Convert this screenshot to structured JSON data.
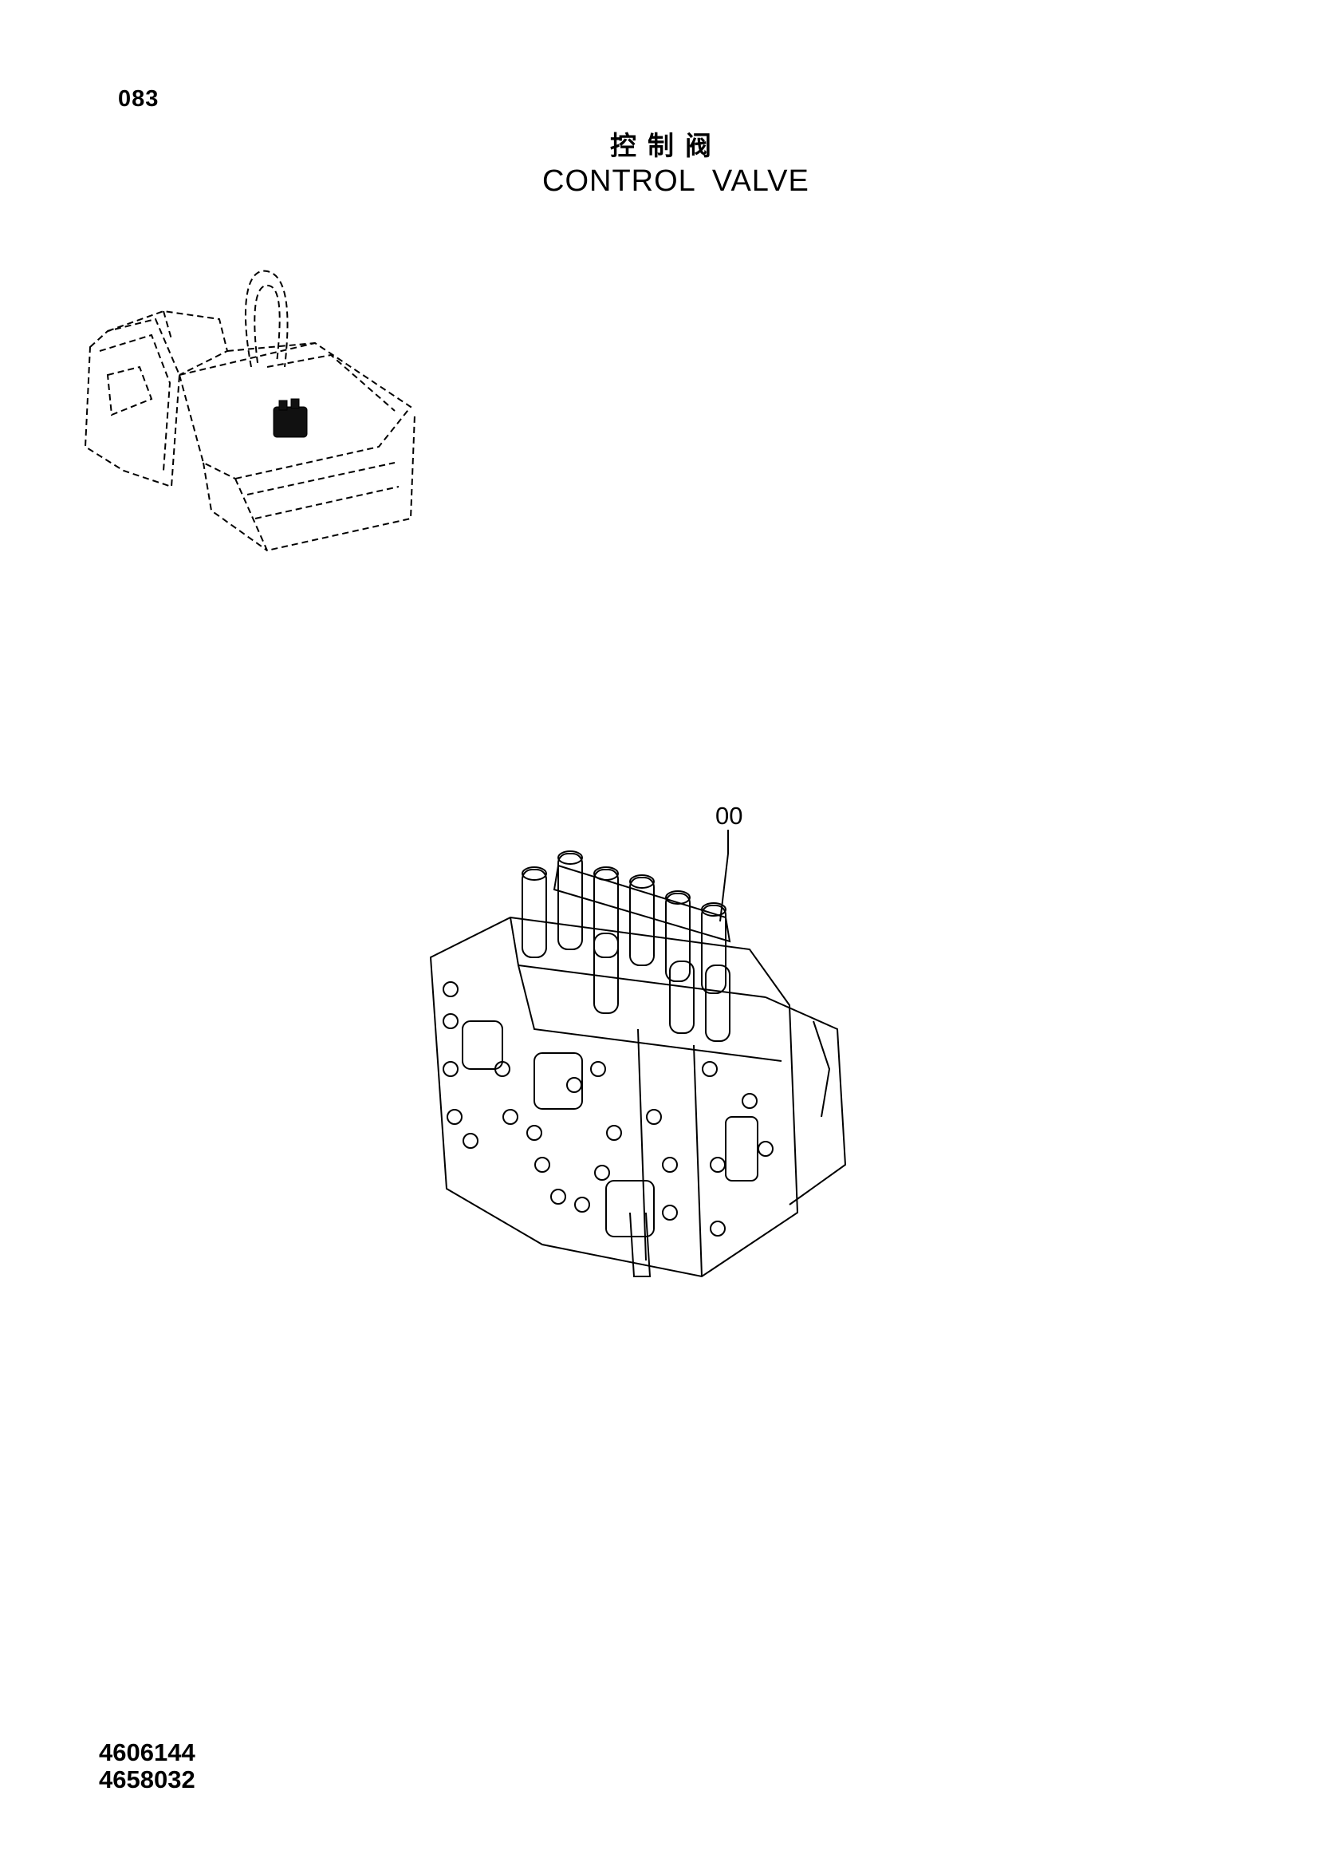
{
  "page": {
    "number": "083",
    "title_cn": "控制阀",
    "title_en": "CONTROL VALVE"
  },
  "diagram": {
    "callouts": [
      "00"
    ]
  },
  "footer": {
    "doc_numbers": [
      "4606144",
      "4658032"
    ]
  }
}
